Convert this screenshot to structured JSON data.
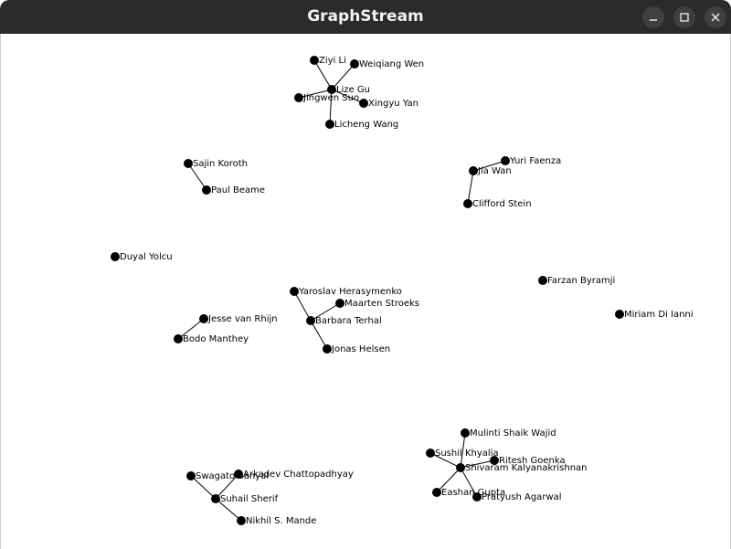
{
  "window": {
    "title": "GraphStream",
    "buttons": {
      "minimize": "minimize-icon",
      "maximize": "maximize-icon",
      "close": "close-icon"
    }
  },
  "graph": {
    "nodes": [
      {
        "id": "ziyi-li",
        "label": "Ziyi Li"
      },
      {
        "id": "weiqiang-wen",
        "label": "Weiqiang Wen"
      },
      {
        "id": "lize-gu",
        "label": "Lize Gu"
      },
      {
        "id": "jingwen-suo",
        "label": "Jingwen Suo"
      },
      {
        "id": "xingyu-yan",
        "label": "Xingyu Yan"
      },
      {
        "id": "licheng-wang",
        "label": "Licheng Wang"
      },
      {
        "id": "sajin-koroth",
        "label": "Sajin Koroth"
      },
      {
        "id": "paul-beame",
        "label": "Paul Beame"
      },
      {
        "id": "yuri-faenza",
        "label": "Yuri Faenza"
      },
      {
        "id": "jia-wan",
        "label": "Jia Wan"
      },
      {
        "id": "clifford-stein",
        "label": "Clifford Stein"
      },
      {
        "id": "duyal-yolcu",
        "label": "Duyal Yolcu"
      },
      {
        "id": "farzan-byramji",
        "label": "Farzan Byramji"
      },
      {
        "id": "miriam-di-ianni",
        "label": "Miriam Di Ianni"
      },
      {
        "id": "yaroslav-herasymenko",
        "label": "Yaroslav Herasymenko"
      },
      {
        "id": "maarten-stroeks",
        "label": "Maarten Stroeks"
      },
      {
        "id": "barbara-terhal",
        "label": "Barbara Terhal"
      },
      {
        "id": "jonas-helsen",
        "label": "Jonas Helsen"
      },
      {
        "id": "jesse-van-rhijn",
        "label": "Jesse van Rhijn"
      },
      {
        "id": "bodo-manthey",
        "label": "Bodo Manthey"
      },
      {
        "id": "mulinti-shaik-wajid",
        "label": "Mulinti Shaik Wajid"
      },
      {
        "id": "sushil-khyalia",
        "label": "Sushil Khyalia"
      },
      {
        "id": "ritesh-goenka",
        "label": "Ritesh Goenka"
      },
      {
        "id": "shivaram-kalyanakrishnan",
        "label": "Shivaram Kalyanakrishnan"
      },
      {
        "id": "eashan-gupta",
        "label": "Eashan Gupta"
      },
      {
        "id": "pratyush-agarwal",
        "label": "Pratyush Agarwal"
      },
      {
        "id": "swagato-sanyal",
        "label": "Swagato Sanyal"
      },
      {
        "id": "arkadev-chattopadhyay",
        "label": "Arkadev Chattopadhyay"
      },
      {
        "id": "suhail-sherif",
        "label": "Suhail Sherif"
      },
      {
        "id": "nikhil-s-mande",
        "label": "Nikhil S. Mande"
      }
    ],
    "edges": [
      [
        "lize-gu",
        "ziyi-li"
      ],
      [
        "lize-gu",
        "weiqiang-wen"
      ],
      [
        "lize-gu",
        "jingwen-suo"
      ],
      [
        "lize-gu",
        "xingyu-yan"
      ],
      [
        "lize-gu",
        "licheng-wang"
      ],
      [
        "sajin-koroth",
        "paul-beame"
      ],
      [
        "jia-wan",
        "yuri-faenza"
      ],
      [
        "jia-wan",
        "clifford-stein"
      ],
      [
        "barbara-terhal",
        "yaroslav-herasymenko"
      ],
      [
        "barbara-terhal",
        "maarten-stroeks"
      ],
      [
        "barbara-terhal",
        "jonas-helsen"
      ],
      [
        "jesse-van-rhijn",
        "bodo-manthey"
      ],
      [
        "shivaram-kalyanakrishnan",
        "mulinti-shaik-wajid"
      ],
      [
        "shivaram-kalyanakrishnan",
        "sushil-khyalia"
      ],
      [
        "shivaram-kalyanakrishnan",
        "ritesh-goenka"
      ],
      [
        "shivaram-kalyanakrishnan",
        "eashan-gupta"
      ],
      [
        "shivaram-kalyanakrishnan",
        "pratyush-agarwal"
      ],
      [
        "suhail-sherif",
        "swagato-sanyal"
      ],
      [
        "suhail-sherif",
        "arkadev-chattopadhyay"
      ],
      [
        "suhail-sherif",
        "nikhil-s-mande"
      ]
    ]
  }
}
